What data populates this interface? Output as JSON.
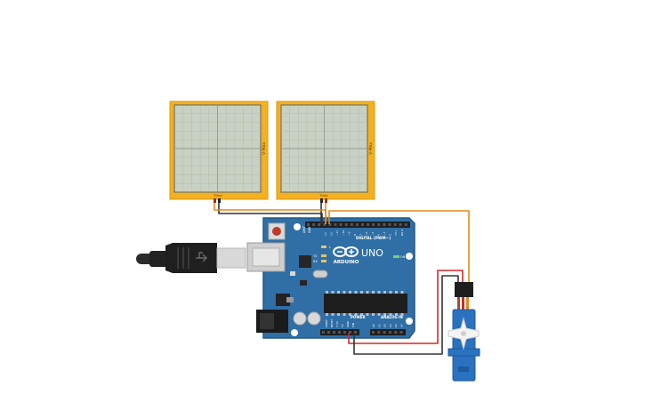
{
  "canvas": {
    "background": "#ffffff"
  },
  "oscilloscopes": [
    {
      "side_label": "V-Max",
      "bottom_label": "Time"
    },
    {
      "side_label": "V-Max",
      "bottom_label": "Time"
    }
  ],
  "arduino": {
    "logo_text": "ARDUINO",
    "model_text": "UNO",
    "digital_header_label": "DIGITAL (PWM~)",
    "power_header_label": "POWER",
    "analog_header_label": "ANALOG IN",
    "on_led_label": "ON",
    "tx_label": "TX",
    "rx_label": "RX",
    "l_label": "L",
    "aref_label": "AREF",
    "gnd_label": "GND",
    "ioref_label": "IOREF",
    "reset_label": "RESET",
    "v33_label": "3.3V",
    "v5_label": "5V",
    "vin_label": "VIN",
    "analog_pins": [
      "A0",
      "A1",
      "A2",
      "A3",
      "A4",
      "A5"
    ],
    "digital_pins": [
      "13",
      "12",
      "~11",
      "~10",
      "~9",
      "8",
      "7",
      "~6",
      "~5",
      "4",
      "~3",
      "2",
      "TX 1",
      "RX 0"
    ]
  },
  "colors": {
    "scope_frame": "#f5b01f",
    "scope_screen": "#c9d1c4",
    "scope_grid": "#a9b5a5",
    "board": "#2f6fa5",
    "board_dark": "#245985",
    "wire_orange": "#e08a1e",
    "wire_black": "#333333",
    "wire_red": "#d02a2a",
    "servo_body": "#2a72c0",
    "usb_cable": "#2b2b2b"
  }
}
